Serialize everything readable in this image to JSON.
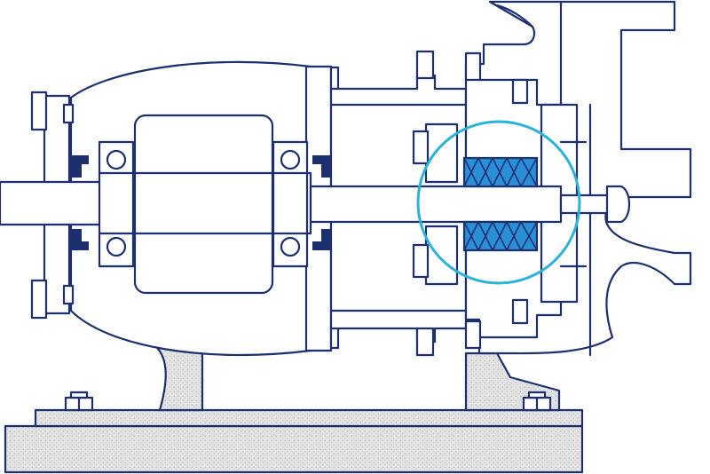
{
  "diagram": {
    "subject": "centrifugal-pump-cross-section",
    "colors": {
      "line": "#1c2f6e",
      "base_fill": "#e3e3e3",
      "seal_fill": "#2a8fd6",
      "highlight": "#2bb2d9",
      "background": "#ffffff"
    },
    "icons": [
      "shaft",
      "bearing-housing",
      "ball-bearings",
      "lip-seals",
      "mechanical-seal-packing",
      "pump-casing",
      "impeller-nut",
      "base-plate",
      "anchor-bolts"
    ],
    "highlight": "seal-chamber"
  }
}
